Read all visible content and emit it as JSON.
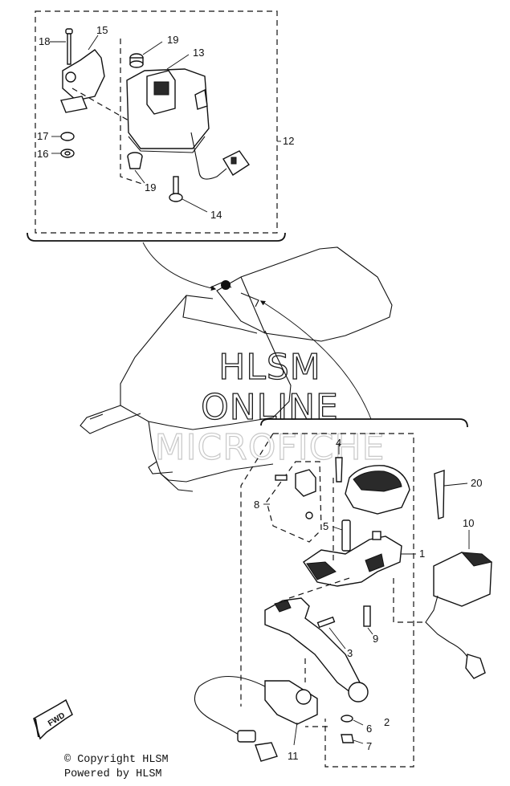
{
  "watermark": {
    "line1": "HLSM",
    "line2": "ONLINE",
    "line3": "MICROFICHE"
  },
  "footer": {
    "copyright": "© Copyright HLSM",
    "powered": "Powered by HLSM"
  },
  "direction_badge": "FWD",
  "callouts": {
    "c18": "18",
    "c15": "15",
    "c19a": "19",
    "c13": "13",
    "c17": "17",
    "c16": "16",
    "c12": "12",
    "c19b": "19",
    "c14": "14",
    "c4": "4",
    "c20": "20",
    "c8": "8",
    "c10": "10",
    "c5": "5",
    "c1": "1",
    "c3": "3",
    "c9": "9",
    "c2": "2",
    "c6": "6",
    "c7": "7",
    "c11": "11"
  }
}
